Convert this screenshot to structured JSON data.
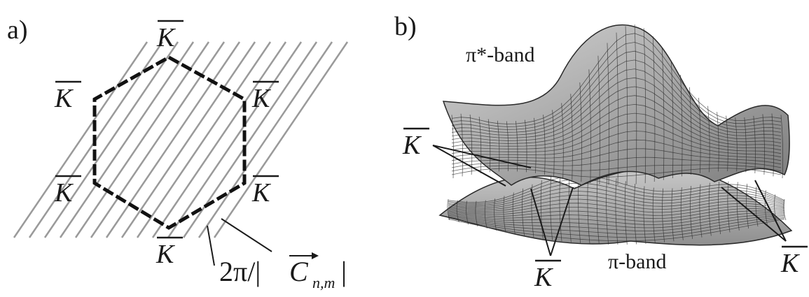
{
  "panel_a": {
    "label": "a)",
    "k_point_label": "K",
    "spacing_label": {
      "prefix": "2π/|",
      "vector": "C",
      "subscript": "n,m",
      "suffix": "|"
    }
  },
  "panel_b": {
    "label": "b)",
    "upper_band_label": "π*-band",
    "lower_band_label": "π-band",
    "k_point_label": "K"
  },
  "colors": {
    "hexagon_edge": "#111111",
    "cutting_lines": "#9a9a9a",
    "surface_fill": "#b8b8b8",
    "surface_mesh": "#2a2a2a"
  }
}
